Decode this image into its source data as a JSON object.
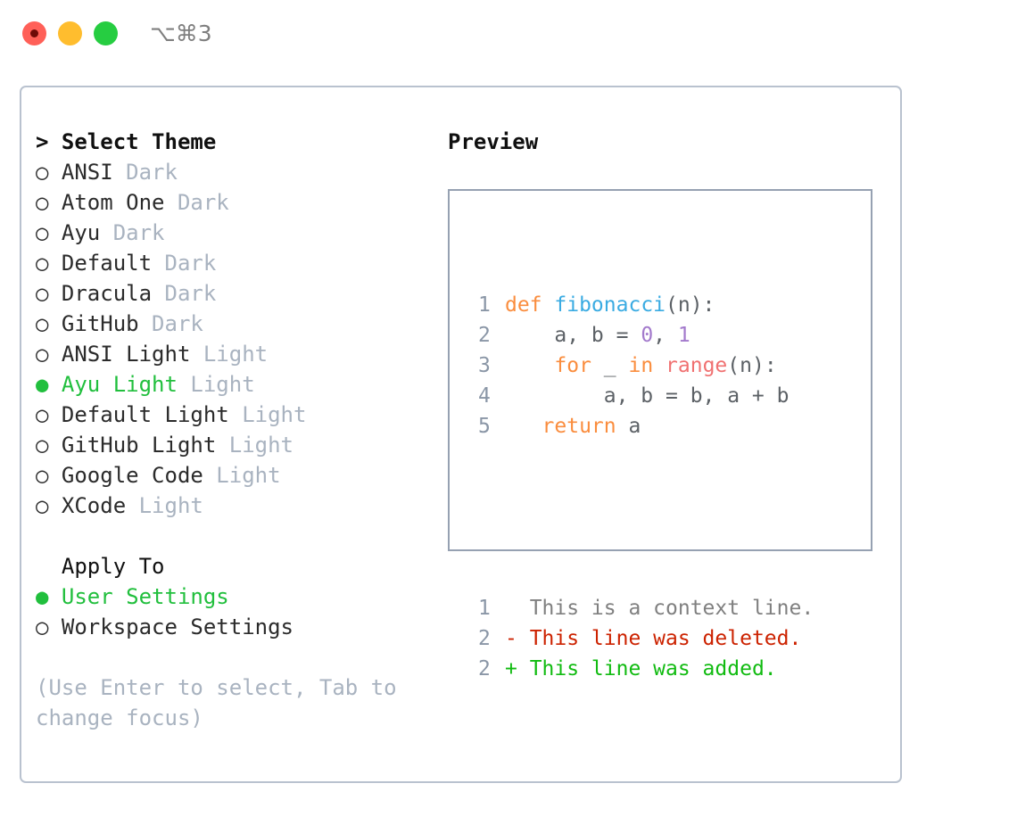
{
  "titlebar": {
    "shortcut": "⌥⌘3",
    "lights": [
      {
        "name": "close",
        "color": "#ff6058"
      },
      {
        "name": "minimize",
        "color": "#ffbd2e"
      },
      {
        "name": "maximize",
        "color": "#26cd41"
      }
    ]
  },
  "theme_panel": {
    "heading": "> Select Theme",
    "options": [
      {
        "marker": "○",
        "label": "ANSI",
        "suffix": "Dark",
        "selected": false
      },
      {
        "marker": "○",
        "label": "Atom One",
        "suffix": "Dark",
        "selected": false
      },
      {
        "marker": "○",
        "label": "Ayu",
        "suffix": "Dark",
        "selected": false
      },
      {
        "marker": "○",
        "label": "Default",
        "suffix": "Dark",
        "selected": false
      },
      {
        "marker": "○",
        "label": "Dracula",
        "suffix": "Dark",
        "selected": false
      },
      {
        "marker": "○",
        "label": "GitHub",
        "suffix": "Dark",
        "selected": false
      },
      {
        "marker": "○",
        "label": "ANSI Light",
        "suffix": "Light",
        "selected": false
      },
      {
        "marker": "●",
        "label": "Ayu Light",
        "suffix": "Light",
        "selected": true
      },
      {
        "marker": "○",
        "label": "Default Light",
        "suffix": "Light",
        "selected": false
      },
      {
        "marker": "○",
        "label": "GitHub Light",
        "suffix": "Light",
        "selected": false
      },
      {
        "marker": "○",
        "label": "Google Code",
        "suffix": "Light",
        "selected": false
      },
      {
        "marker": "○",
        "label": "XCode",
        "suffix": "Light",
        "selected": false
      }
    ]
  },
  "apply_to": {
    "heading": "  Apply To",
    "options": [
      {
        "marker": "●",
        "label": "User Settings",
        "selected": true
      },
      {
        "marker": "○",
        "label": "Workspace Settings",
        "selected": false
      }
    ]
  },
  "hint": "(Use Enter to select, Tab to change focus)",
  "preview": {
    "title": "Preview",
    "code_lines": [
      {
        "num": "1",
        "tokens": [
          {
            "t": "def",
            "c": "kw"
          },
          {
            "t": " ",
            "c": "plain"
          },
          {
            "t": "fibonacci",
            "c": "fn"
          },
          {
            "t": "(n):",
            "c": "punct"
          }
        ]
      },
      {
        "num": "2",
        "tokens": [
          {
            "t": "    a, b = ",
            "c": "plain"
          },
          {
            "t": "0",
            "c": "num"
          },
          {
            "t": ", ",
            "c": "plain"
          },
          {
            "t": "1",
            "c": "num"
          }
        ]
      },
      {
        "num": "3",
        "tokens": [
          {
            "t": "    ",
            "c": "plain"
          },
          {
            "t": "for",
            "c": "kw"
          },
          {
            "t": " _ ",
            "c": "plain"
          },
          {
            "t": "in",
            "c": "kw"
          },
          {
            "t": " ",
            "c": "plain"
          },
          {
            "t": "range",
            "c": "builtin"
          },
          {
            "t": "(n):",
            "c": "punct"
          }
        ]
      },
      {
        "num": "4",
        "tokens": [
          {
            "t": "        a, b = b, a + b",
            "c": "plain"
          }
        ]
      },
      {
        "num": "5",
        "tokens": [
          {
            "t": "   ",
            "c": "plain"
          },
          {
            "t": "return",
            "c": "kw"
          },
          {
            "t": " a",
            "c": "plain"
          }
        ]
      }
    ],
    "diff_lines": [
      {
        "num": "1",
        "sign": " ",
        "text": " This is a context line.",
        "kind": "ctx"
      },
      {
        "num": "2",
        "sign": "-",
        "text": " This line was deleted.",
        "kind": "del"
      },
      {
        "num": "2",
        "sign": "+",
        "text": " This line was added.",
        "kind": "add"
      }
    ]
  },
  "colors": {
    "accent_green": "#21bf3d",
    "muted": "#a9b3c0",
    "keyword": "#fa8d3e",
    "function": "#3aabe2",
    "number": "#a37acc",
    "builtin": "#f07171",
    "gutter": "#8a96a6",
    "diff_deleted": "#cc2200",
    "diff_added": "#11bb11",
    "panel_border": "#b9c2cf",
    "preview_border": "#96a1b2"
  }
}
